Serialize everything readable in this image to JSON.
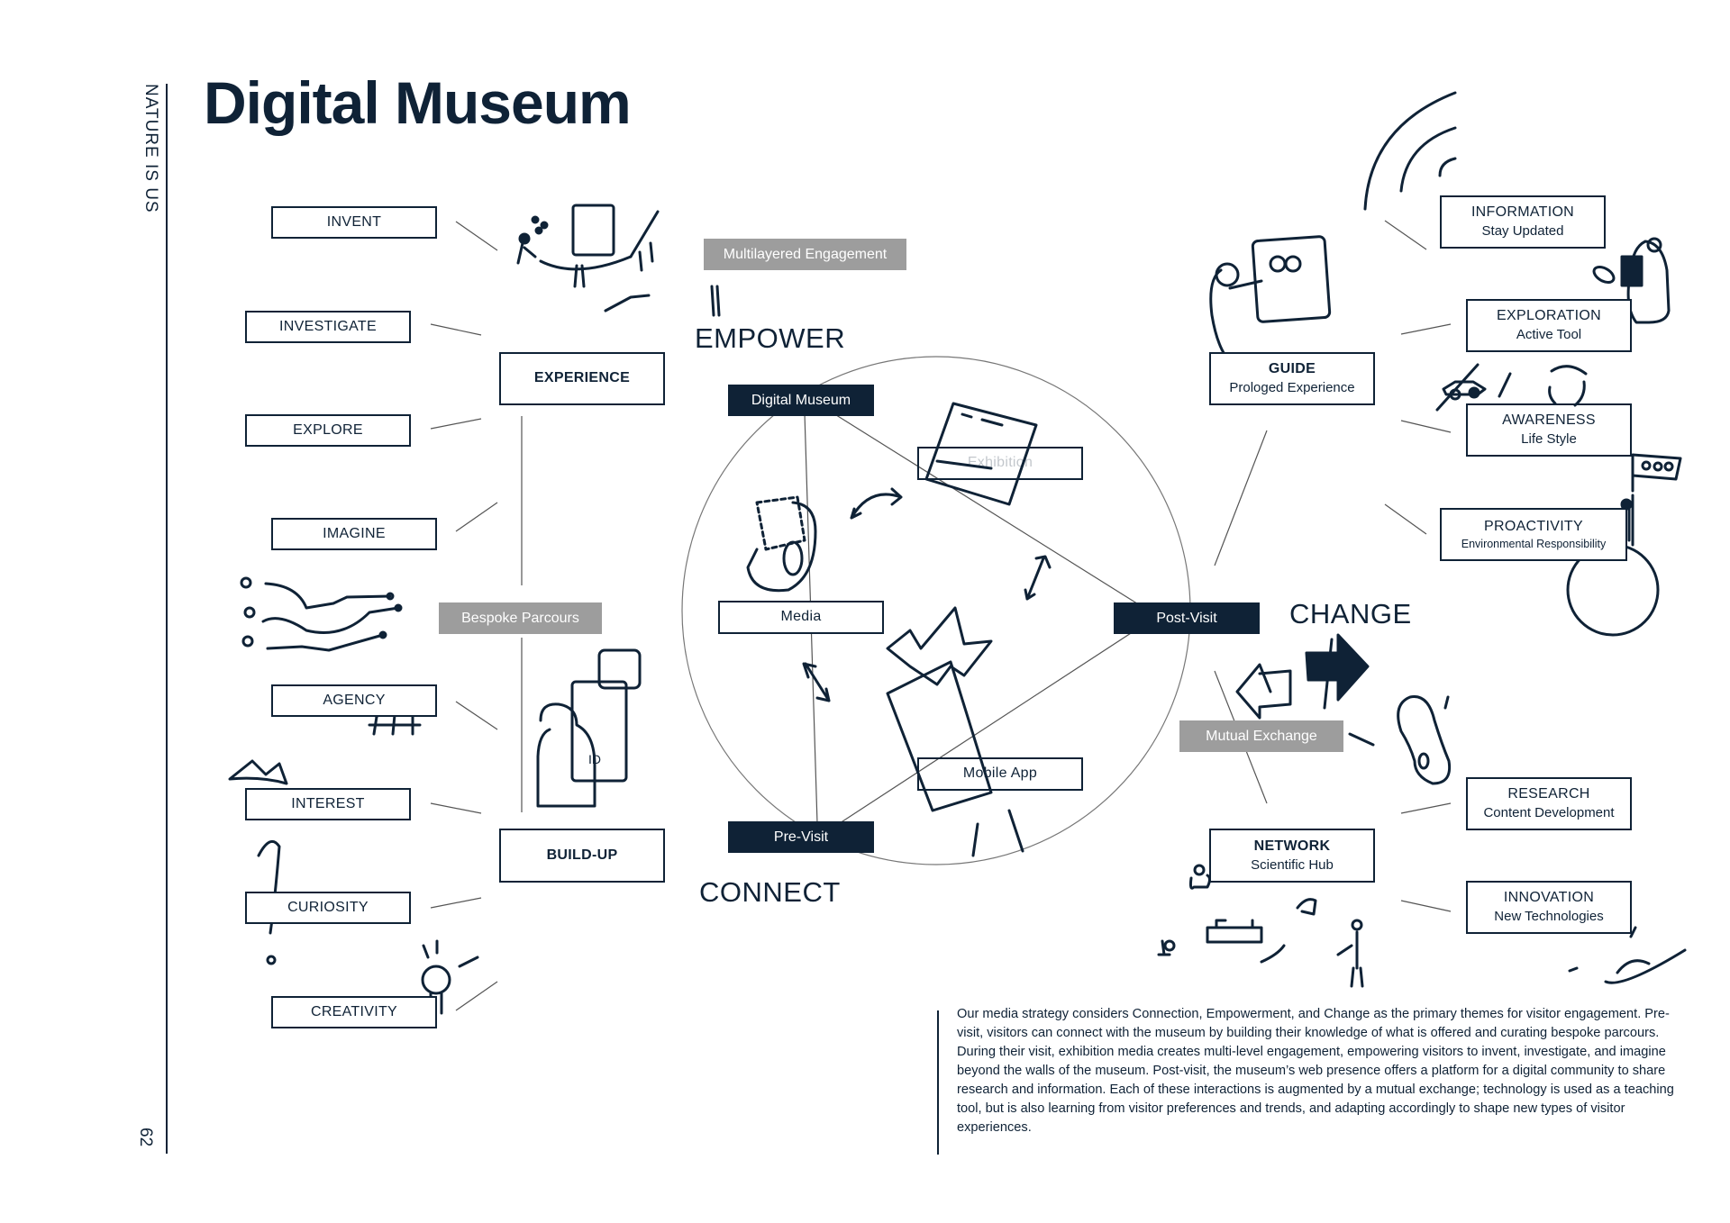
{
  "page": {
    "title": "Digital Museum",
    "section_label": "NATURE IS US",
    "page_number": "62"
  },
  "colors": {
    "ink": "#0f2236",
    "grey_tag": "#9d9d9d",
    "background": "#ffffff"
  },
  "themes": {
    "empower": "EMPOWER",
    "connect": "CONNECT",
    "change": "CHANGE"
  },
  "left_outcomes": [
    {
      "label": "INVENT"
    },
    {
      "label": "INVESTIGATE"
    },
    {
      "label": "EXPLORE"
    },
    {
      "label": "IMAGINE"
    },
    {
      "label": "AGENCY"
    },
    {
      "label": "INTEREST"
    },
    {
      "label": "CURIOSITY"
    },
    {
      "label": "CREATIVITY"
    }
  ],
  "hubs": {
    "experience": "EXPERIENCE",
    "build_up": "BUILD-UP"
  },
  "tags": {
    "multilayered": "Multilayered Engagement",
    "bespoke": "Bespoke Parcours",
    "mutual": "Mutual Exchange"
  },
  "circle_nodes": {
    "digital_museum": "Digital Museum",
    "pre_visit": "Pre-Visit",
    "post_visit": "Post-Visit",
    "media": "Media",
    "mobile_app": "Mobile App",
    "exhibition": "Exhibition"
  },
  "right_hubs": {
    "guide": {
      "title": "GUIDE",
      "subtitle": "Prologed Experience"
    },
    "network": {
      "title": "NETWORK",
      "subtitle": "Scientific Hub"
    }
  },
  "right_outcomes": [
    {
      "title": "INFORMATION",
      "subtitle": "Stay Updated"
    },
    {
      "title": "EXPLORATION",
      "subtitle": "Active Tool"
    },
    {
      "title": "AWARENESS",
      "subtitle": "Life Style"
    },
    {
      "title": "PROACTIVITY",
      "subtitle": "Environmental Responsibility"
    },
    {
      "title": "RESEARCH",
      "subtitle": "Content Development"
    },
    {
      "title": "INNOVATION",
      "subtitle": "New Technologies"
    }
  ],
  "description": "Our media strategy considers Connection, Empowerment, and Change as the primary themes for visitor engagement. Pre-visit, visitors can connect with the museum by building their knowledge of what is offered and curating bespoke parcours. During their visit, exhibition media creates multi-level engagement, empowering visitors to invent, investigate, and imagine beyond the walls of the museum. Post-visit, the museum’s web presence offers a platform for a digital community to share research and information. Each of these interactions is augmented by a mutual exchange; technology is used as a teaching tool, but is also learning from visitor preferences and trends, and adapting accordingly to shape new types of visitor experiences."
}
